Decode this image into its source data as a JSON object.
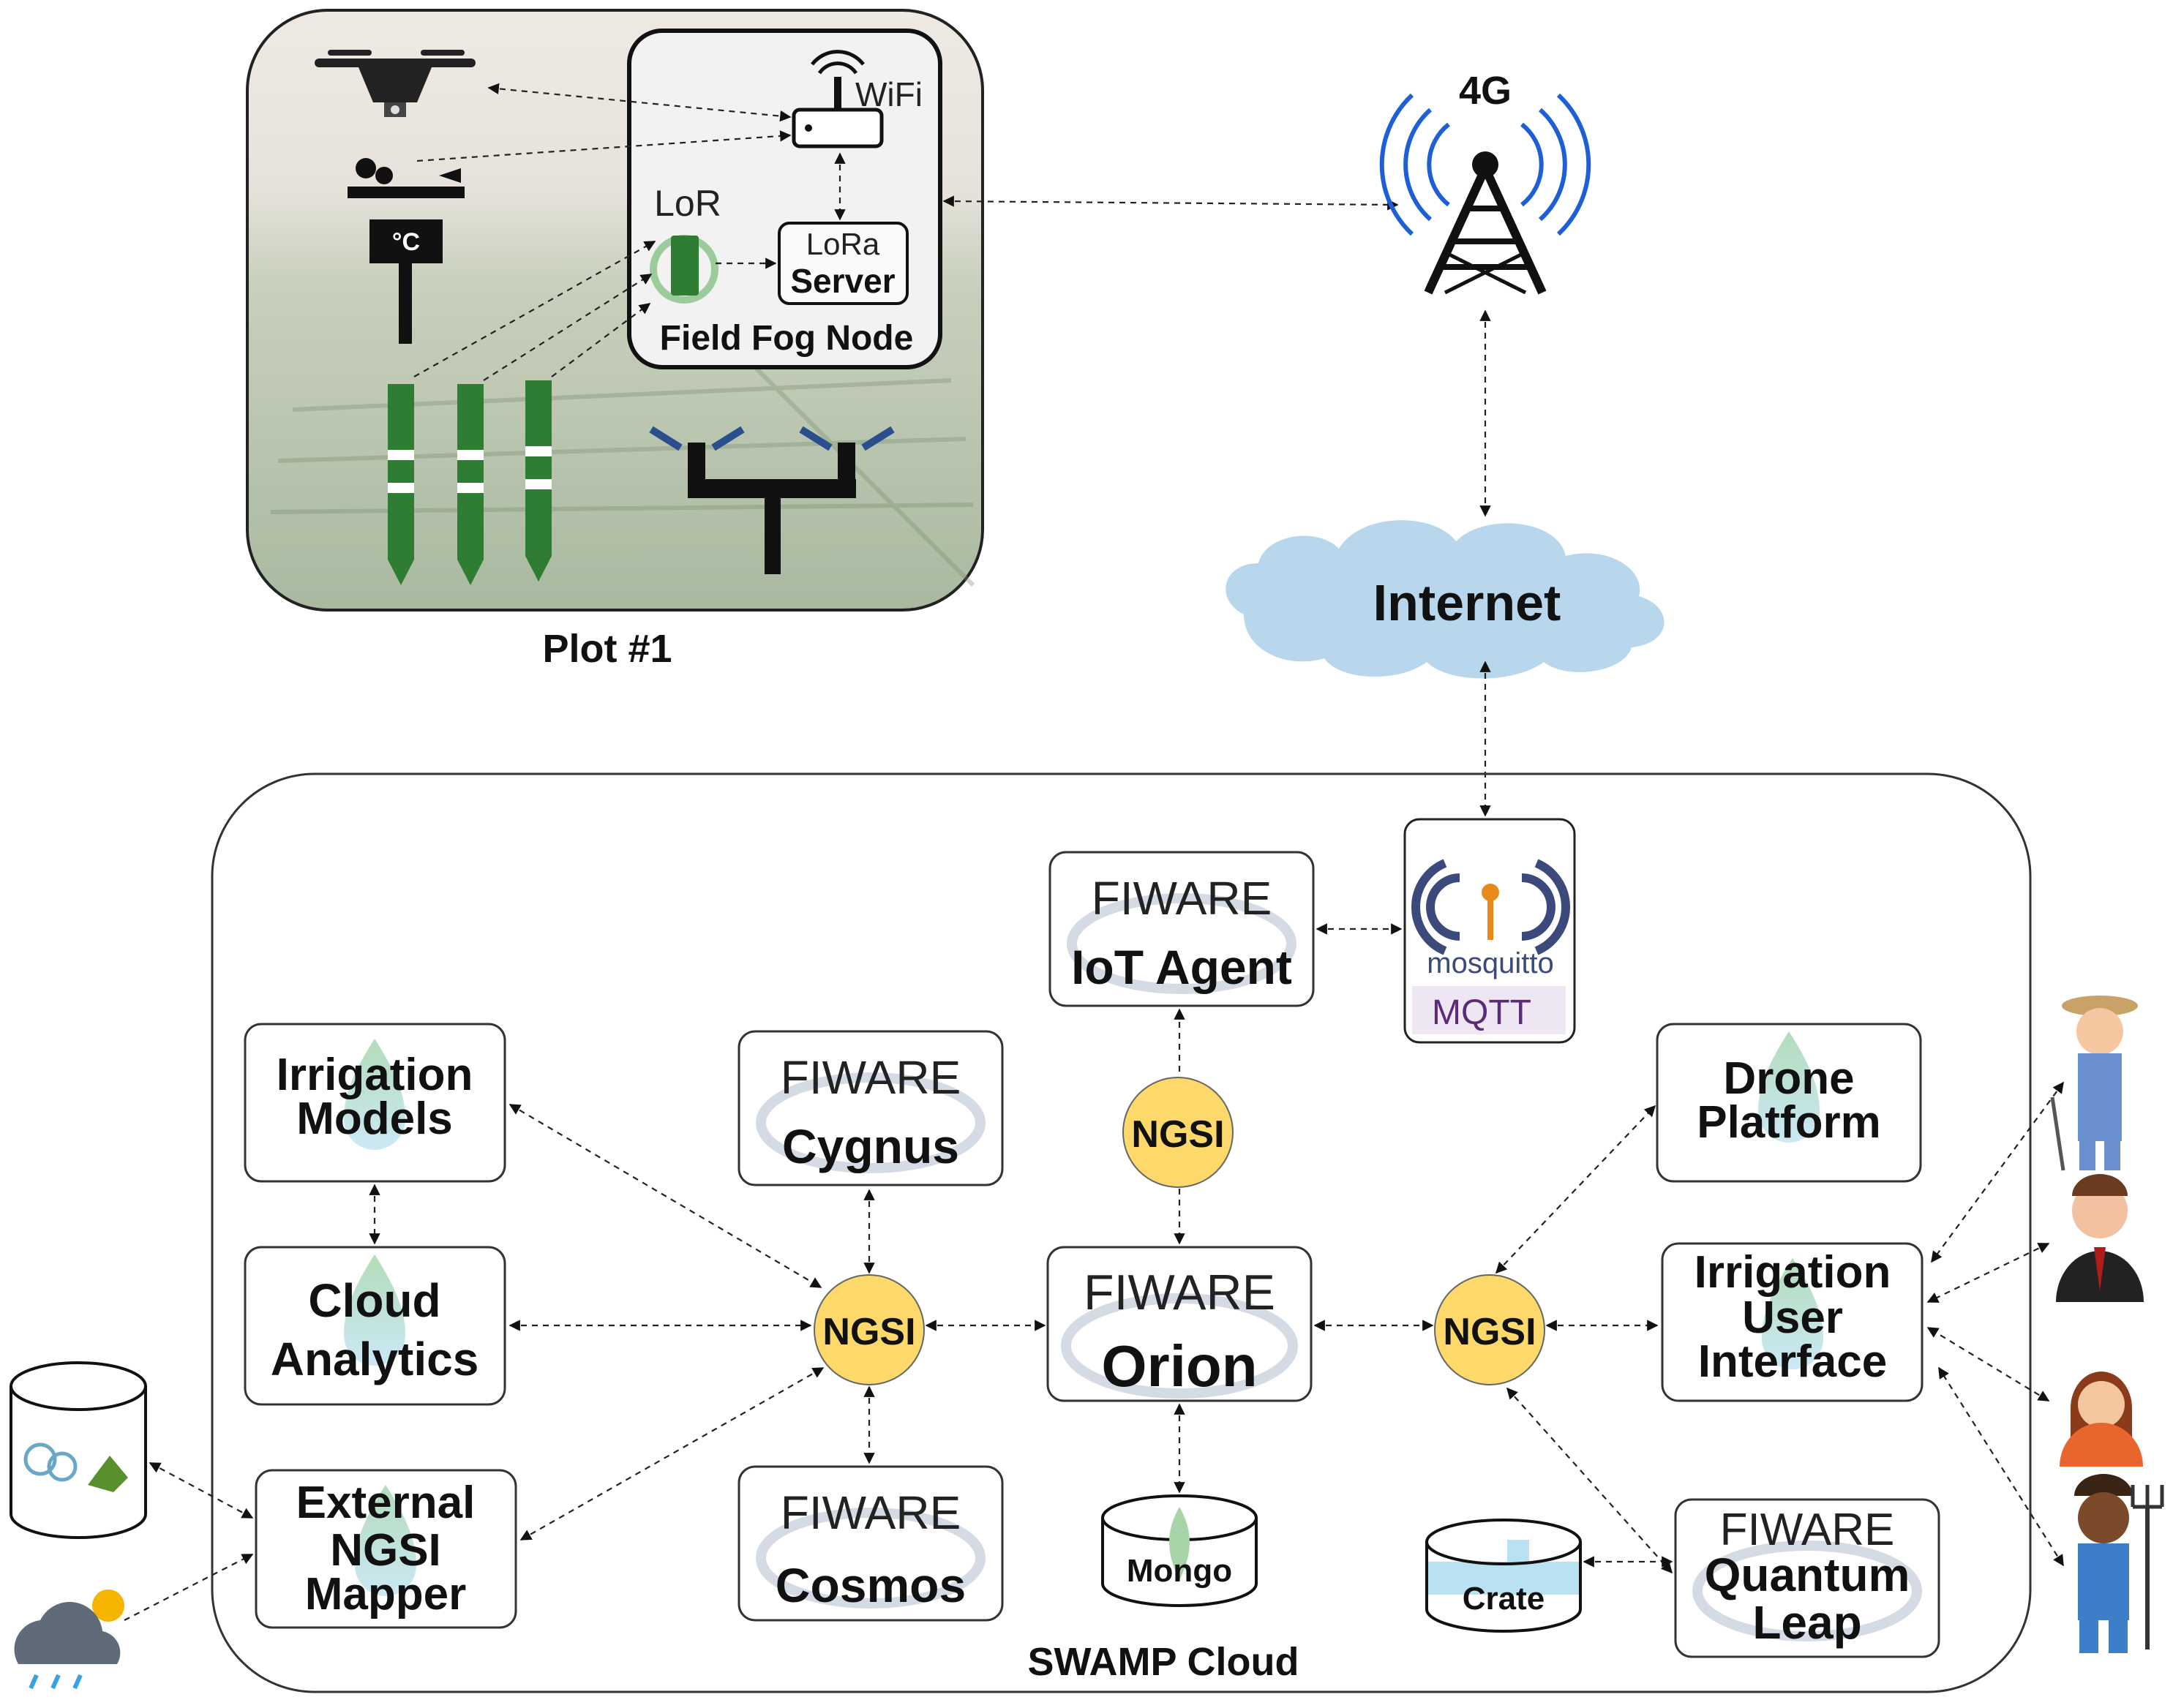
{
  "plot": {
    "caption": "Plot #1",
    "wifi_label": "WiFi",
    "lora_label": "LoR",
    "lora_server_line1": "LoRa",
    "lora_server_line2": "Server",
    "fog_node_label": "Field Fog Node",
    "thermo_label": "°C"
  },
  "network": {
    "tower_label": "4G",
    "internet_label": "Internet"
  },
  "cloud": {
    "caption": "SWAMP Cloud",
    "iot_agent": {
      "top": "FIWARE",
      "bottom": "IoT Agent"
    },
    "cygnus": {
      "top": "FIWARE",
      "bottom": "Cygnus"
    },
    "orion": {
      "top": "FIWARE",
      "bottom": "Orion"
    },
    "cosmos": {
      "top": "FIWARE",
      "bottom": "Cosmos"
    },
    "quantum_leap": {
      "top": "FIWARE",
      "middle": "Quantum",
      "bottom": "Leap"
    },
    "irrigation_models": {
      "line1": "Irrigation",
      "line2": "Models"
    },
    "cloud_analytics": {
      "line1": "Cloud",
      "line2": "Analytics"
    },
    "external_mapper": {
      "line1": "External",
      "line2": "NGSI",
      "line3": "Mapper"
    },
    "drone_platform": {
      "line1": "Drone",
      "line2": "Platform"
    },
    "irrigation_ui": {
      "line1": "Irrigation",
      "line2": "User",
      "line3": "Interface"
    },
    "ngsi_top": "NGSI",
    "ngsi_left": "NGSI",
    "ngsi_right": "NGSI",
    "mongo": "Mongo",
    "crate": "Crate",
    "mosquitto": "mosquitto",
    "mqtt": "MQTT"
  },
  "colors": {
    "ngsi_fill": "#fcd96a",
    "cloud_fill": "#b8d6ec",
    "sensor_green": "#2e7d32",
    "tower_blue": "#1e5fd6",
    "mosquitto_navy": "#3b4a7a",
    "mqtt_purple": "#5b2b7a"
  }
}
